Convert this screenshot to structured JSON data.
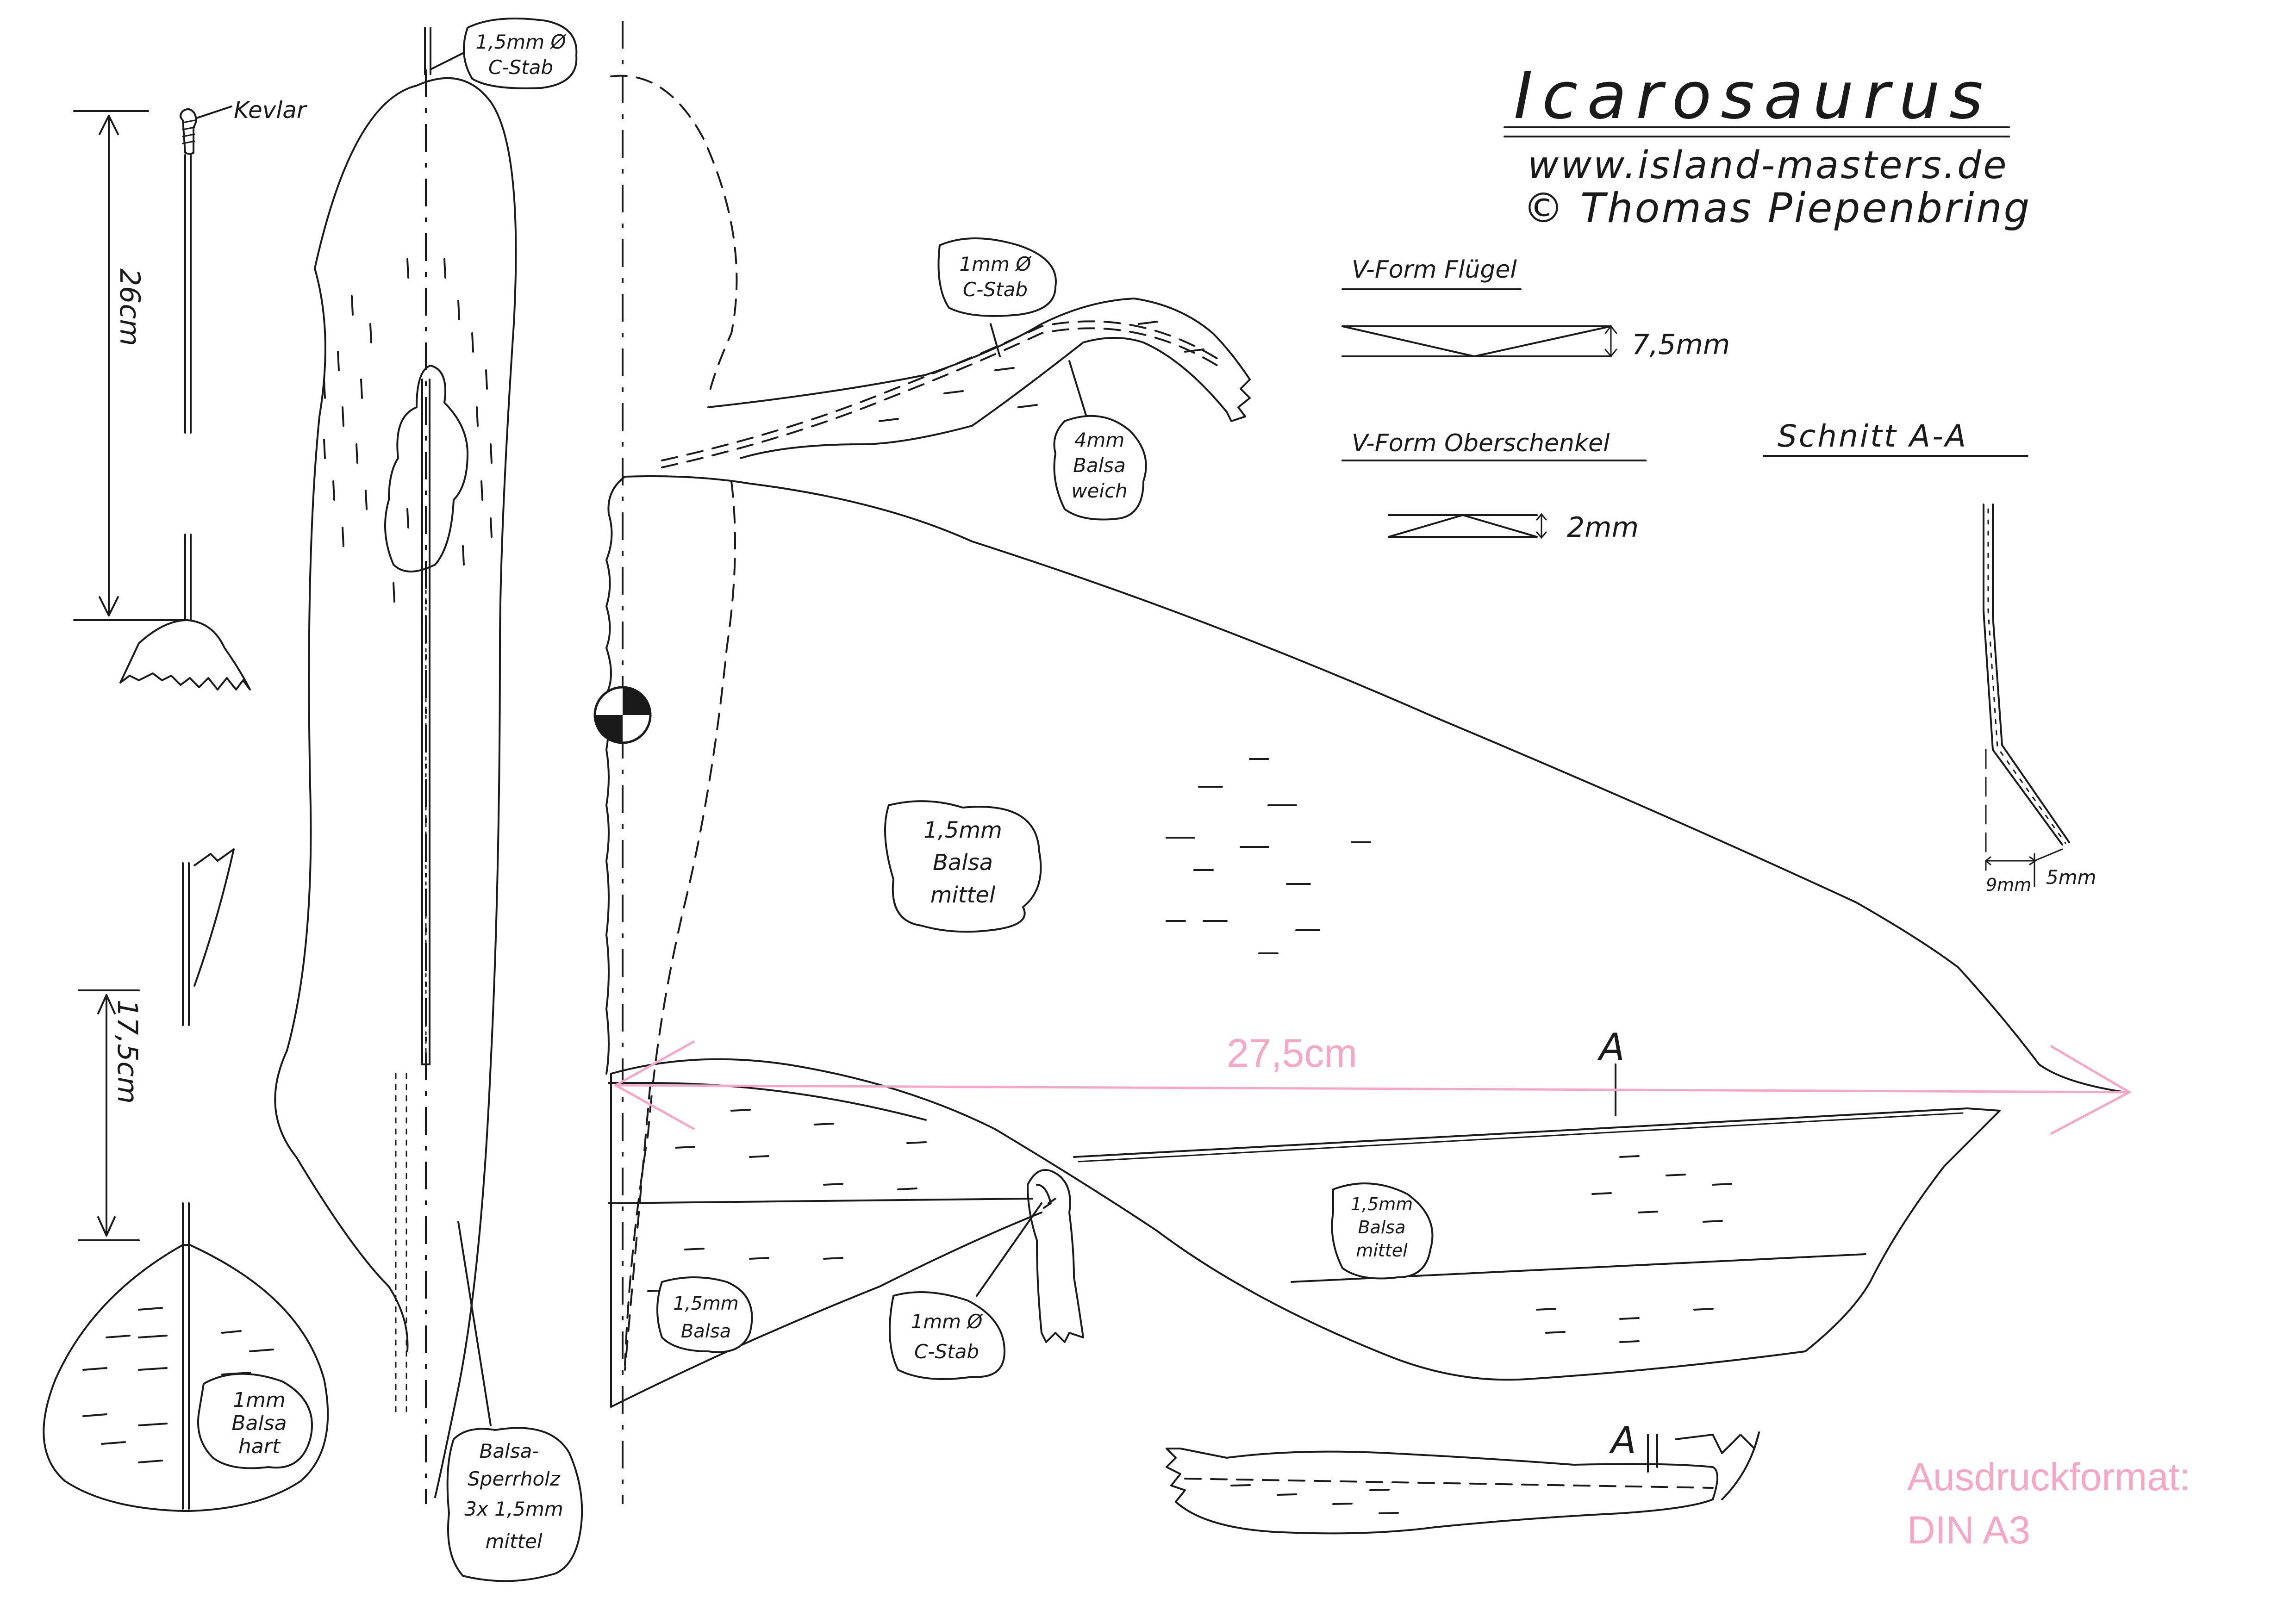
{
  "title": "Icarosaurus",
  "website": "www.island-masters.de",
  "copyright": "© Thomas Piepenbring",
  "v_form_wing": {
    "label": "V-Form Flügel",
    "value": "7,5mm"
  },
  "v_form_stabilizer": {
    "label": "V-Form Oberschenkel",
    "value": "2mm"
  },
  "section": {
    "label": "Schnitt A-A",
    "dim_left": "9mm",
    "dim_right": "5mm"
  },
  "callouts": {
    "fuselage_rod": [
      "1,5mm Ø",
      "C-Stab"
    ],
    "wing_rod": [
      "1mm Ø",
      "C-Stab"
    ],
    "wing_tip_balsa": [
      "4mm",
      "Balsa",
      "weich"
    ],
    "wing_main": [
      "1,5mm",
      "Balsa",
      "mittel"
    ],
    "tail_balsa": [
      "1,5mm",
      "Balsa",
      "mittel"
    ],
    "root_balsa": [
      "1,5mm",
      "Balsa"
    ],
    "tail_rod": [
      "1mm Ø",
      "C-Stab"
    ],
    "fin_balsa": [
      "1mm",
      "Balsa",
      "hart"
    ],
    "fuselage_ply": [
      "Balsa-",
      "Sperrholz",
      "3x 1,5mm",
      "mittel"
    ]
  },
  "labels": {
    "kevlar": "Kevlar",
    "length_26": "26cm",
    "length_17_5": "17,5cm",
    "section_mark_top": "A",
    "section_mark_bottom": "A"
  },
  "span_dimension": "27,5cm",
  "print_format": [
    "Ausdruckformat:",
    "DIN A3"
  ]
}
